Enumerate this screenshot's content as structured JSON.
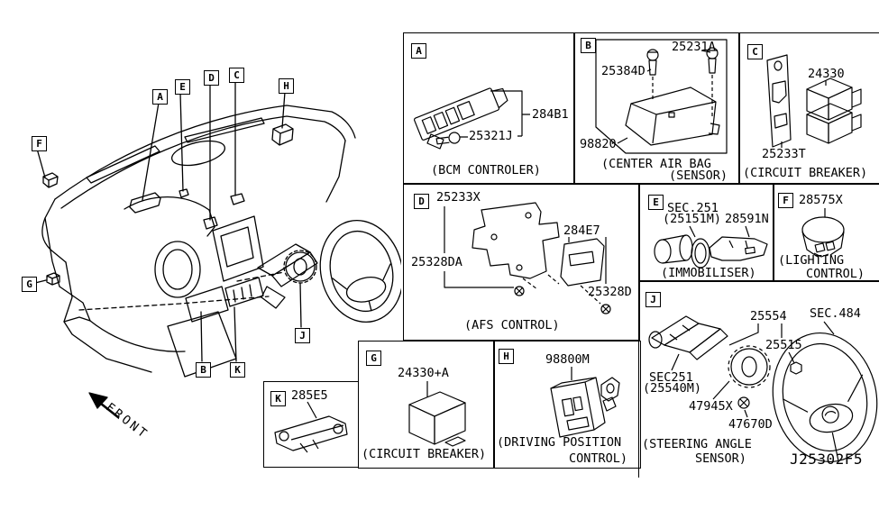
{
  "diagram_code": "J25302F5",
  "front_label": "FRONT",
  "colors": {
    "ink": "#000000",
    "paper": "#ffffff"
  },
  "sections": {
    "A": {
      "letter": "A",
      "caption": [
        "(BCM CONTROLER)"
      ],
      "parts": [
        "284B1",
        "25321J"
      ]
    },
    "B": {
      "letter": "B",
      "caption": [
        "(CENTER AIR BAG",
        "(SENSOR)"
      ],
      "parts": [
        "25231A",
        "25384D",
        "98820"
      ]
    },
    "C": {
      "letter": "C",
      "caption": [
        "(CIRCUIT BREAKER)"
      ],
      "parts": [
        "24330",
        "25233T"
      ]
    },
    "D": {
      "letter": "D",
      "caption": [
        "(AFS CONTROL)"
      ],
      "parts": [
        "25233X",
        "284E7",
        "25328DA",
        "25328D"
      ]
    },
    "E": {
      "letter": "E",
      "caption": [
        "(IMMOBILISER)"
      ],
      "parts": [
        "SEC.251",
        "(25151M)",
        "28591N"
      ]
    },
    "F": {
      "letter": "F",
      "caption": [
        "(LIGHTING",
        "CONTROL)"
      ],
      "parts": [
        "28575X"
      ]
    },
    "G": {
      "letter": "G",
      "caption": [
        "(CIRCUIT BREAKER)"
      ],
      "parts": [
        "24330+A"
      ]
    },
    "H": {
      "letter": "H",
      "caption": [
        "(DRIVING POSITION",
        "CONTROL)"
      ],
      "parts": [
        "98800M"
      ]
    },
    "J": {
      "letter": "J",
      "caption": [
        "(STEERING ANGLE",
        "SENSOR)"
      ],
      "parts": [
        "25554",
        "SEC.484",
        "25515",
        "SEC251",
        "(25540M)",
        "47945X",
        "47670D"
      ]
    },
    "K": {
      "letter": "K",
      "caption": [],
      "parts": [
        "285E5"
      ]
    }
  }
}
